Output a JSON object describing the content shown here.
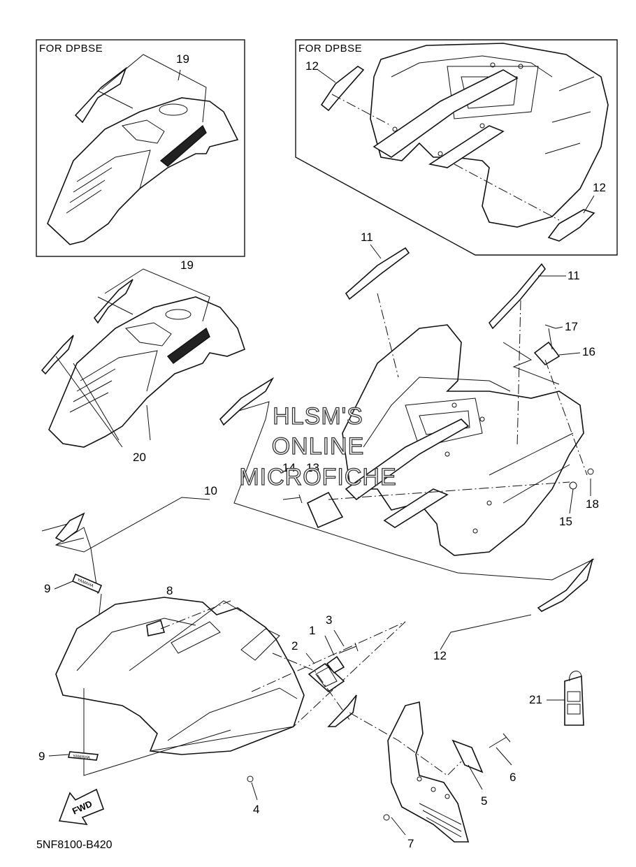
{
  "inset_boxes": [
    {
      "label": "FOR DPBSE"
    },
    {
      "label": "FOR DPBSE"
    }
  ],
  "watermark": [
    "HLSM'S",
    "ONLINE",
    "MICROFICHE"
  ],
  "callouts": {
    "c1": "1",
    "c2": "2",
    "c3": "3",
    "c4": "4",
    "c5": "5",
    "c6": "6",
    "c7": "7",
    "c8": "8",
    "c9a": "9",
    "c9b": "9",
    "c10": "10",
    "c11a": "11",
    "c11b": "11",
    "c12a": "12",
    "c12b": "12",
    "c12c": "12",
    "c13": "13",
    "c14": "14",
    "c15": "15",
    "c16": "16",
    "c17": "17",
    "c18": "18",
    "c19a": "19",
    "c19b": "19",
    "c20": "20",
    "c21": "21"
  },
  "emblem_text": "YAMAHA",
  "fwd_label": "FWD",
  "diagram_code": "5NF8100-B420"
}
